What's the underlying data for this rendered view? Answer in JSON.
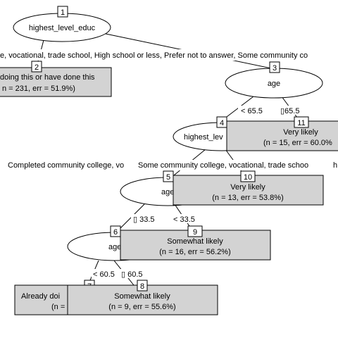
{
  "nodes": {
    "n1": {
      "id": "1",
      "label": "highest_level_educ"
    },
    "n2": {
      "id": "2",
      "line1": "doing this or have done this",
      "line2": "n = 231, err = 51.9%)"
    },
    "n3": {
      "id": "3",
      "label": "age"
    },
    "n4": {
      "id": "4",
      "label": "highest_lev"
    },
    "n5": {
      "id": "5",
      "label": "age"
    },
    "n6": {
      "id": "6",
      "label": "age"
    },
    "n7": {
      "id": "7",
      "line1": "Already doi",
      "line2": "(n ="
    },
    "n8": {
      "id": "8",
      "line1": "Somewhat likely",
      "line2": "(n = 9, err = 55.6%)"
    },
    "n9": {
      "id": "9",
      "line1": "Somewhat likely",
      "line2": "(n = 16, err = 56.2%)"
    },
    "n10": {
      "id": "10",
      "line1": "Very likely",
      "line2": "(n = 13, err = 53.8%)"
    },
    "n11": {
      "id": "11",
      "line1": "Very likely",
      "line2": "(n = 15, err = 60.0%"
    }
  },
  "edges": {
    "e1_2": "e, vocational, trade school, High school or less, Prefer not to answer, Some community co",
    "e3_4": "< 65.5",
    "e3_11": "▯65.5",
    "e4_5": "Completed community college, vo",
    "e4_10": "Some community college, vocational, trade schoo",
    "e4_10b": "h",
    "e5_6": "▯ 33.5",
    "e5_9": "< 33.5",
    "e6_7": "< 60.5",
    "e6_8": "▯ 60.5"
  }
}
